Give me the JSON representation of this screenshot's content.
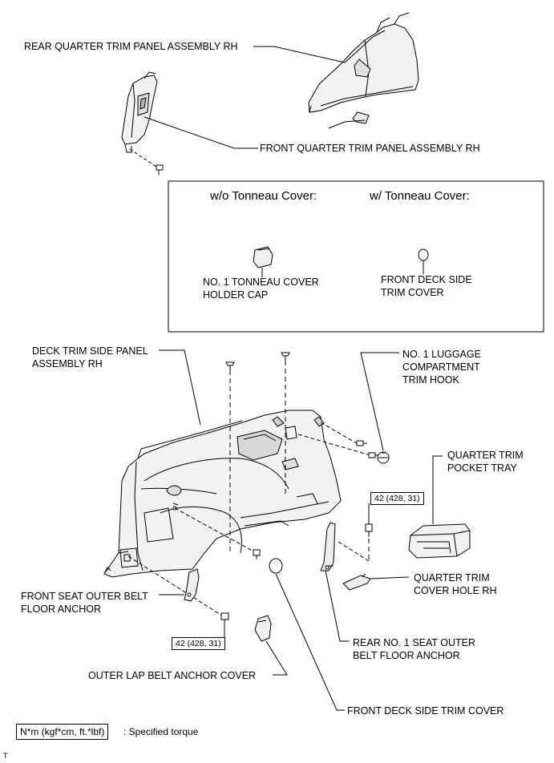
{
  "labels": {
    "rear_quarter": "REAR QUARTER TRIM PANEL ASSEMBLY RH",
    "front_quarter": "FRONT QUARTER TRIM PANEL ASSEMBLY RH",
    "deck_trim_l1": "DECK TRIM SIDE PANEL",
    "deck_trim_l2": "ASSEMBLY RH",
    "luggage_hook_l1": "NO. 1 LUGGAGE",
    "luggage_hook_l2": "COMPARTMENT",
    "luggage_hook_l3": "TRIM HOOK",
    "pocket_tray_l1": "QUARTER TRIM",
    "pocket_tray_l2": "POCKET TRAY",
    "cover_hole_l1": "QUARTER TRIM",
    "cover_hole_l2": "COVER HOLE RH",
    "front_seat_anchor_l1": "FRONT SEAT OUTER BELT",
    "front_seat_anchor_l2": "FLOOR ANCHOR",
    "rear_seat_anchor_l1": "REAR NO. 1 SEAT OUTER",
    "rear_seat_anchor_l2": "BELT FLOOR ANCHOR",
    "lap_belt_cover": "OUTER LAP BELT ANCHOR COVER",
    "front_deck_cover": "FRONT DECK SIDE TRIM COVER"
  },
  "tonneau_box": {
    "without_title": "w/o Tonneau Cover:",
    "with_title": "w/ Tonneau Cover:",
    "holder_cap_l1": "NO. 1 TONNEAU COVER",
    "holder_cap_l2": "HOLDER CAP",
    "deck_cover_l1": "FRONT DECK SIDE",
    "deck_cover_l2": "TRIM COVER"
  },
  "torque": {
    "right": "42 (428, 31)",
    "bottom": "42 (428, 31)"
  },
  "legend": {
    "unit_box": "N*m (kgf*cm, ft.*lbf)",
    "unit_text": ": Specified torque"
  },
  "corner_mark": "T"
}
